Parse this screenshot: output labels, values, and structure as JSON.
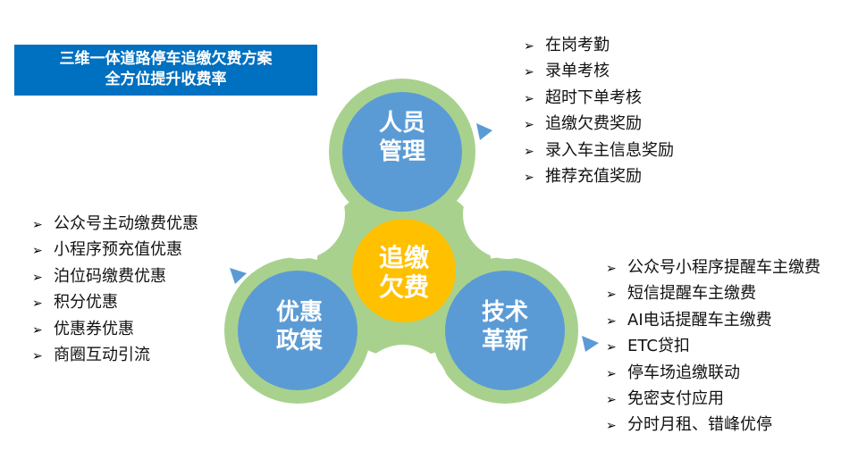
{
  "title": {
    "line1": "三维一体道路停车追缴欠费方案",
    "line2": "全方位提升收费率"
  },
  "center": {
    "line1": "追缴",
    "line2": "欠费"
  },
  "lobes": {
    "top": {
      "line1": "人员",
      "line2": "管理"
    },
    "left": {
      "line1": "优惠",
      "line2": "政策"
    },
    "right": {
      "line1": "技术",
      "line2": "革新"
    }
  },
  "lists": {
    "personnel": [
      "在岗考勤",
      "录单考核",
      "超时下单考核",
      "追缴欠费奖励",
      "录入车主信息奖励",
      "推荐充值奖励"
    ],
    "policy": [
      "公众号主动缴费优惠",
      "小程序预充值优惠",
      "泊位码缴费优惠",
      "积分优惠",
      "优惠券优惠",
      "商圈互动引流"
    ],
    "tech": [
      "公众号小程序提醒车主缴费",
      "短信提醒车主缴费",
      "AI电话提醒车主缴费",
      "ETC贷扣",
      "停车场追缴联动",
      "免密支付应用",
      "分时月租、错峰优停"
    ]
  },
  "bullet_glyph": "➢",
  "colors": {
    "title_bg": "#0070c0",
    "green": "#a9d18e",
    "blue": "#5b9bd5",
    "yellow": "#ffc000"
  }
}
